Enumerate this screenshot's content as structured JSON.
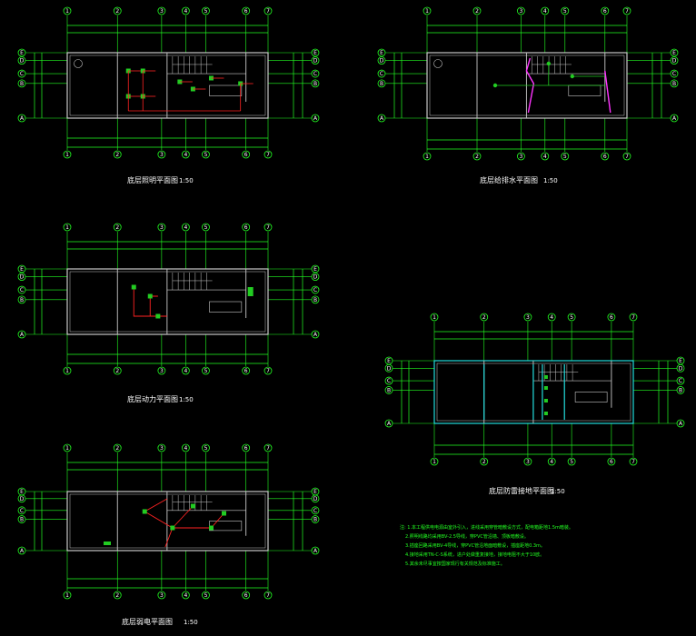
{
  "colors": {
    "background": "#000000",
    "dimension": "#22ff22",
    "wall": "#c8c8c8",
    "circuit_green": "#22cc22",
    "circuit_red": "#ff2222",
    "circuit_magenta": "#ff33ff",
    "circuit_cyan": "#22dddd",
    "text": "#ffffff"
  },
  "axes": {
    "columns": [
      "1",
      "2",
      "3",
      "4",
      "5",
      "6",
      "7"
    ],
    "rows": [
      "E",
      "D",
      "C",
      "B",
      "A"
    ]
  },
  "plans": [
    {
      "title": "底层照明平面图",
      "scale": "1:50",
      "theme": "green-red"
    },
    {
      "title": "底层给排水平面图",
      "scale": "1:50",
      "theme": "magenta-green"
    },
    {
      "title": "底层动力平面图",
      "scale": "1:50",
      "theme": "red"
    },
    {
      "title": "底层弱电平面图",
      "scale": "1:50",
      "theme": "red-green"
    },
    {
      "title": "底层防雷接地平面图",
      "scale": "1:50",
      "theme": "cyan"
    }
  ],
  "notes": [
    "注: 1.本工程供电电源由室外引入，进线采用穿管暗敷设方式，配电箱距地1.5m暗装。",
    "2.照明线路均采用BV-2.5导线，穿PVC管沿墙、顶板暗敷设。",
    "3.插座回路采用BV-4导线，穿PVC管沿地面暗敷设，插座距地0.3m。",
    "4.接地采用TN-C-S系统，进户处做重复接地，接地电阻不大于10欧。",
    "5.其余未尽事宜按国家现行有关规范及标准施工。"
  ]
}
